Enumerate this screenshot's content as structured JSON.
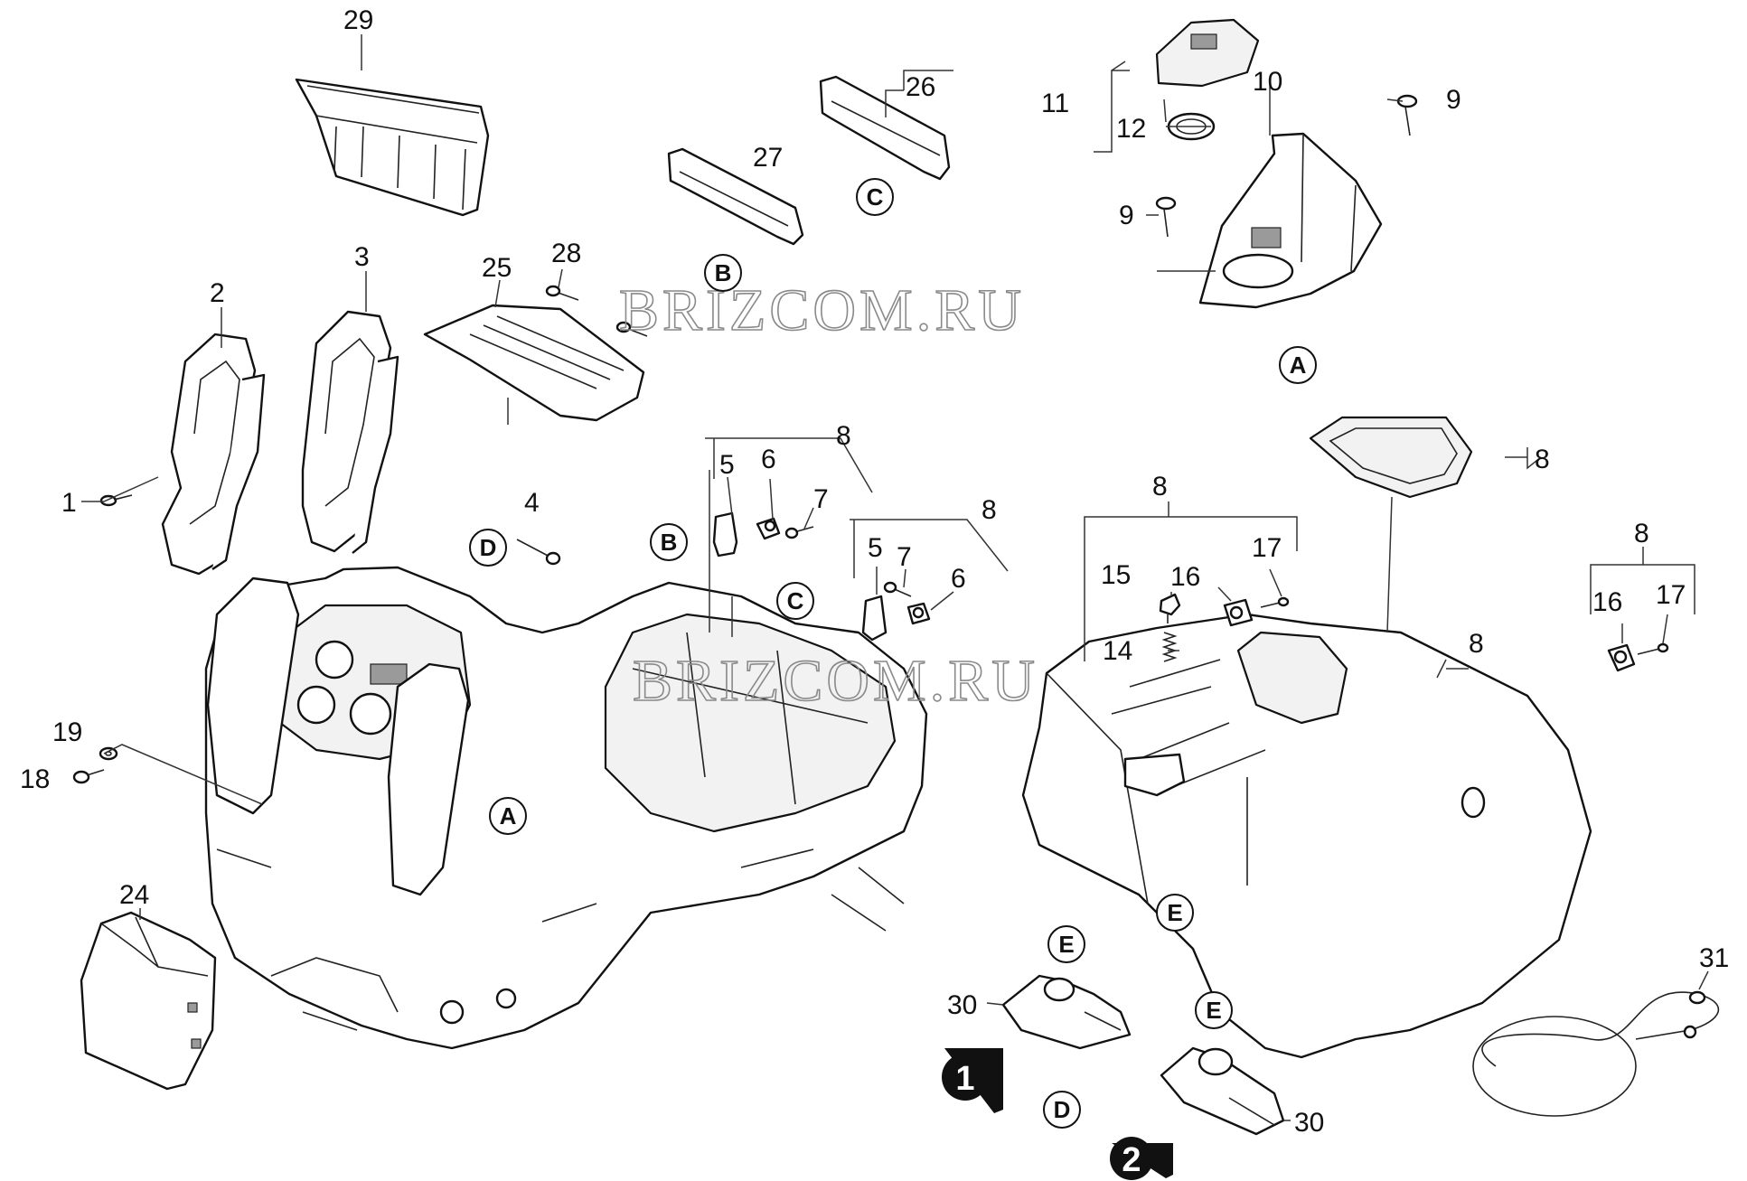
{
  "watermark": "BRIZCOM.RU",
  "callouts": {
    "c1": "1",
    "c2": "2",
    "c3": "3",
    "c4": "4",
    "c5a": "5",
    "c5b": "5",
    "c6a": "6",
    "c6b": "6",
    "c7a": "7",
    "c7b": "7",
    "c8a": "8",
    "c8b": "8",
    "c8c": "8",
    "c8d": "8",
    "c8e": "8",
    "c8f": "8",
    "c9a": "9",
    "c9b": "9",
    "c10": "10",
    "c11": "11",
    "c12": "12",
    "c14": "14",
    "c15": "15",
    "c16a": "16",
    "c16b": "16",
    "c17a": "17",
    "c17b": "17",
    "c18": "18",
    "c19": "19",
    "c24": "24",
    "c25": "25",
    "c26": "26",
    "c27": "27",
    "c28": "28",
    "c29": "29",
    "c30a": "30",
    "c30b": "30",
    "c31": "31"
  },
  "refs": {
    "refA_cover": "A",
    "refA_body": "A",
    "refB_27": "B",
    "refB_body": "B",
    "refC_26": "C",
    "refC_body": "C",
    "refD_body": "D",
    "refD_30": "D",
    "refE_hood": "E",
    "refE_30a": "E",
    "refE_30b": "E"
  },
  "variants": {
    "v1": "1",
    "v2": "2"
  }
}
